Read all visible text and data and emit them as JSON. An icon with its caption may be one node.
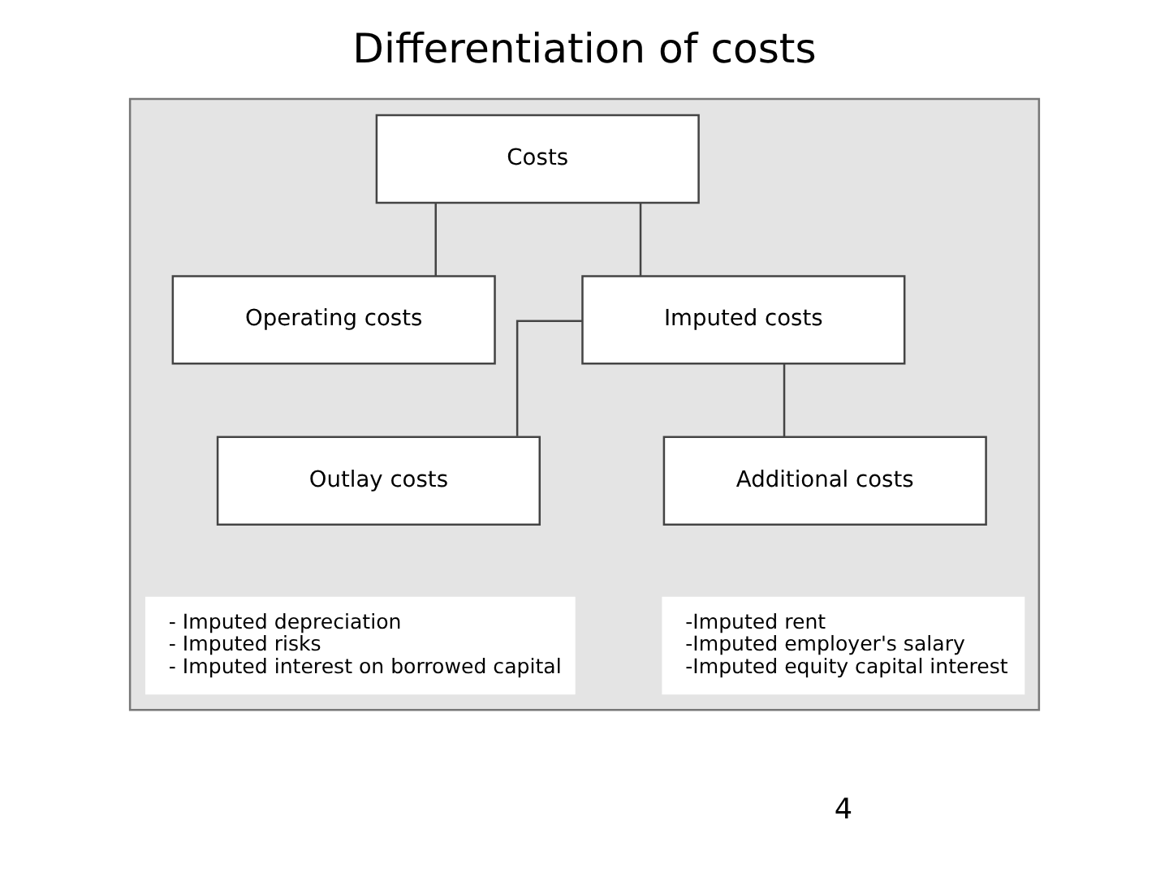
{
  "diagram": {
    "title": "Differentiation of costs",
    "nodes": [
      {
        "text": [],
        "shape": "box"
      },
      {
        "text": [
          "Costs"
        ],
        "in": 0
      },
      {
        "text": [
          "Operating costs"
        ],
        "in": 0
      },
      {
        "text": [
          "Imputed costs"
        ],
        "in": 0
      },
      {
        "text": [
          "Outlay costs"
        ],
        "in": 0
      },
      {
        "text": [
          "Additional costs"
        ],
        "in": 0
      },
      {
        "text": [
          "- Imputed depreciation",
          "- Imputed risks",
          "- Imputed interest on borrowed capital"
        ],
        "in": 0
      },
      {
        "text": [
          "-Imputed rent",
          "-Imputed employer's salary",
          "-Imputed equity capital interest"
        ],
        "in": 0
      }
    ],
    "edges": [
      {
        "from": 1,
        "to": 2,
        "arrow": "none"
      },
      {
        "from": 1,
        "to": 3,
        "arrow": "none"
      },
      {
        "from": 3,
        "to": 4,
        "arrow": "none"
      },
      {
        "from": 3,
        "to": 5,
        "arrow": "none"
      }
    ],
    "labels": [
      "4"
    ]
  }
}
